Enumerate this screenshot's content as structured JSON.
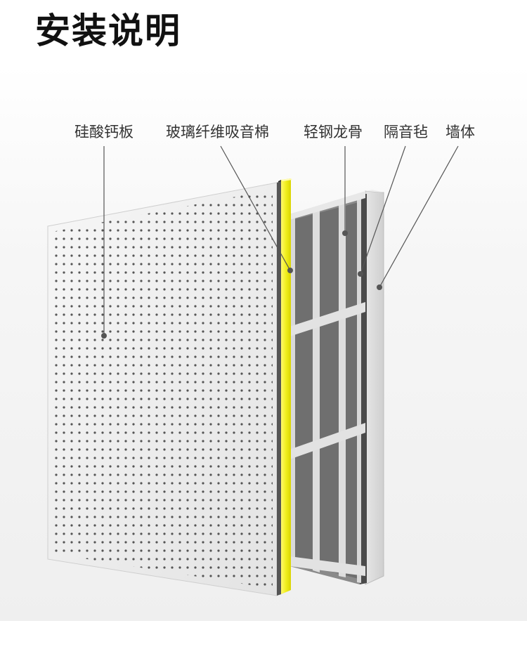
{
  "title": "安装说明",
  "labels": {
    "board": "硅酸钙板",
    "glasswool": "玻璃纤维吸音棉",
    "keel": "轻钢龙骨",
    "felt": "隔音毡",
    "wall": "墙体"
  },
  "colors": {
    "insulation": "#f0ee1f",
    "board": "#f2f2f2",
    "cavity": "#7a7a7a",
    "keel": "#d8d8d8",
    "wall": "#dedede"
  }
}
